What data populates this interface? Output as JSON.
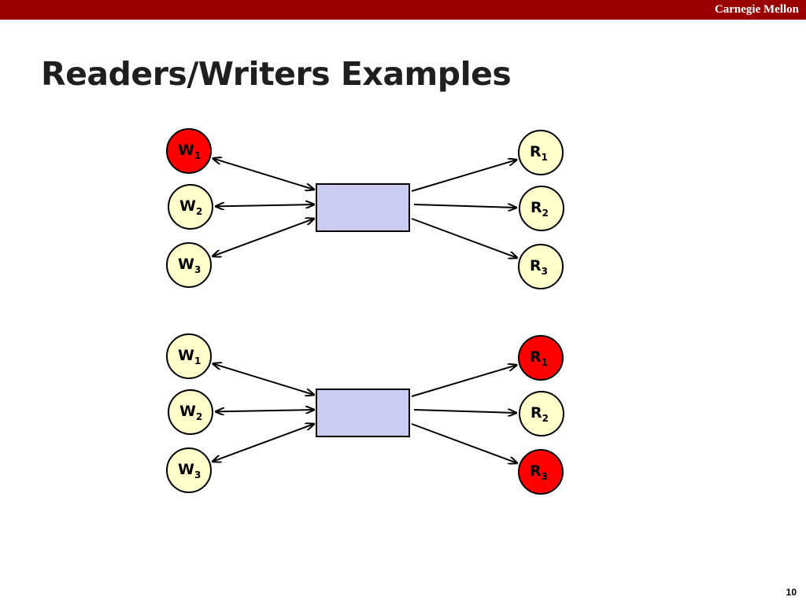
{
  "header": {
    "institution": "Carnegie Mellon",
    "bar_color": "#990000"
  },
  "slide": {
    "title": "Readers/Writers Examples",
    "page_number": "10"
  },
  "colors": {
    "idle_node": "#ffffcc",
    "active_node": "#ff0000",
    "resource_box": "#ccccf2",
    "stroke": "#000000"
  },
  "examples": [
    {
      "writers": [
        {
          "letter": "W",
          "sub": "1",
          "active": true
        },
        {
          "letter": "W",
          "sub": "2",
          "active": false
        },
        {
          "letter": "W",
          "sub": "3",
          "active": false
        }
      ],
      "readers": [
        {
          "letter": "R",
          "sub": "1",
          "active": false
        },
        {
          "letter": "R",
          "sub": "2",
          "active": false
        },
        {
          "letter": "R",
          "sub": "3",
          "active": false
        }
      ]
    },
    {
      "writers": [
        {
          "letter": "W",
          "sub": "1",
          "active": false
        },
        {
          "letter": "W",
          "sub": "2",
          "active": false
        },
        {
          "letter": "W",
          "sub": "3",
          "active": false
        }
      ],
      "readers": [
        {
          "letter": "R",
          "sub": "1",
          "active": true
        },
        {
          "letter": "R",
          "sub": "2",
          "active": false
        },
        {
          "letter": "R",
          "sub": "3",
          "active": true
        }
      ]
    }
  ]
}
